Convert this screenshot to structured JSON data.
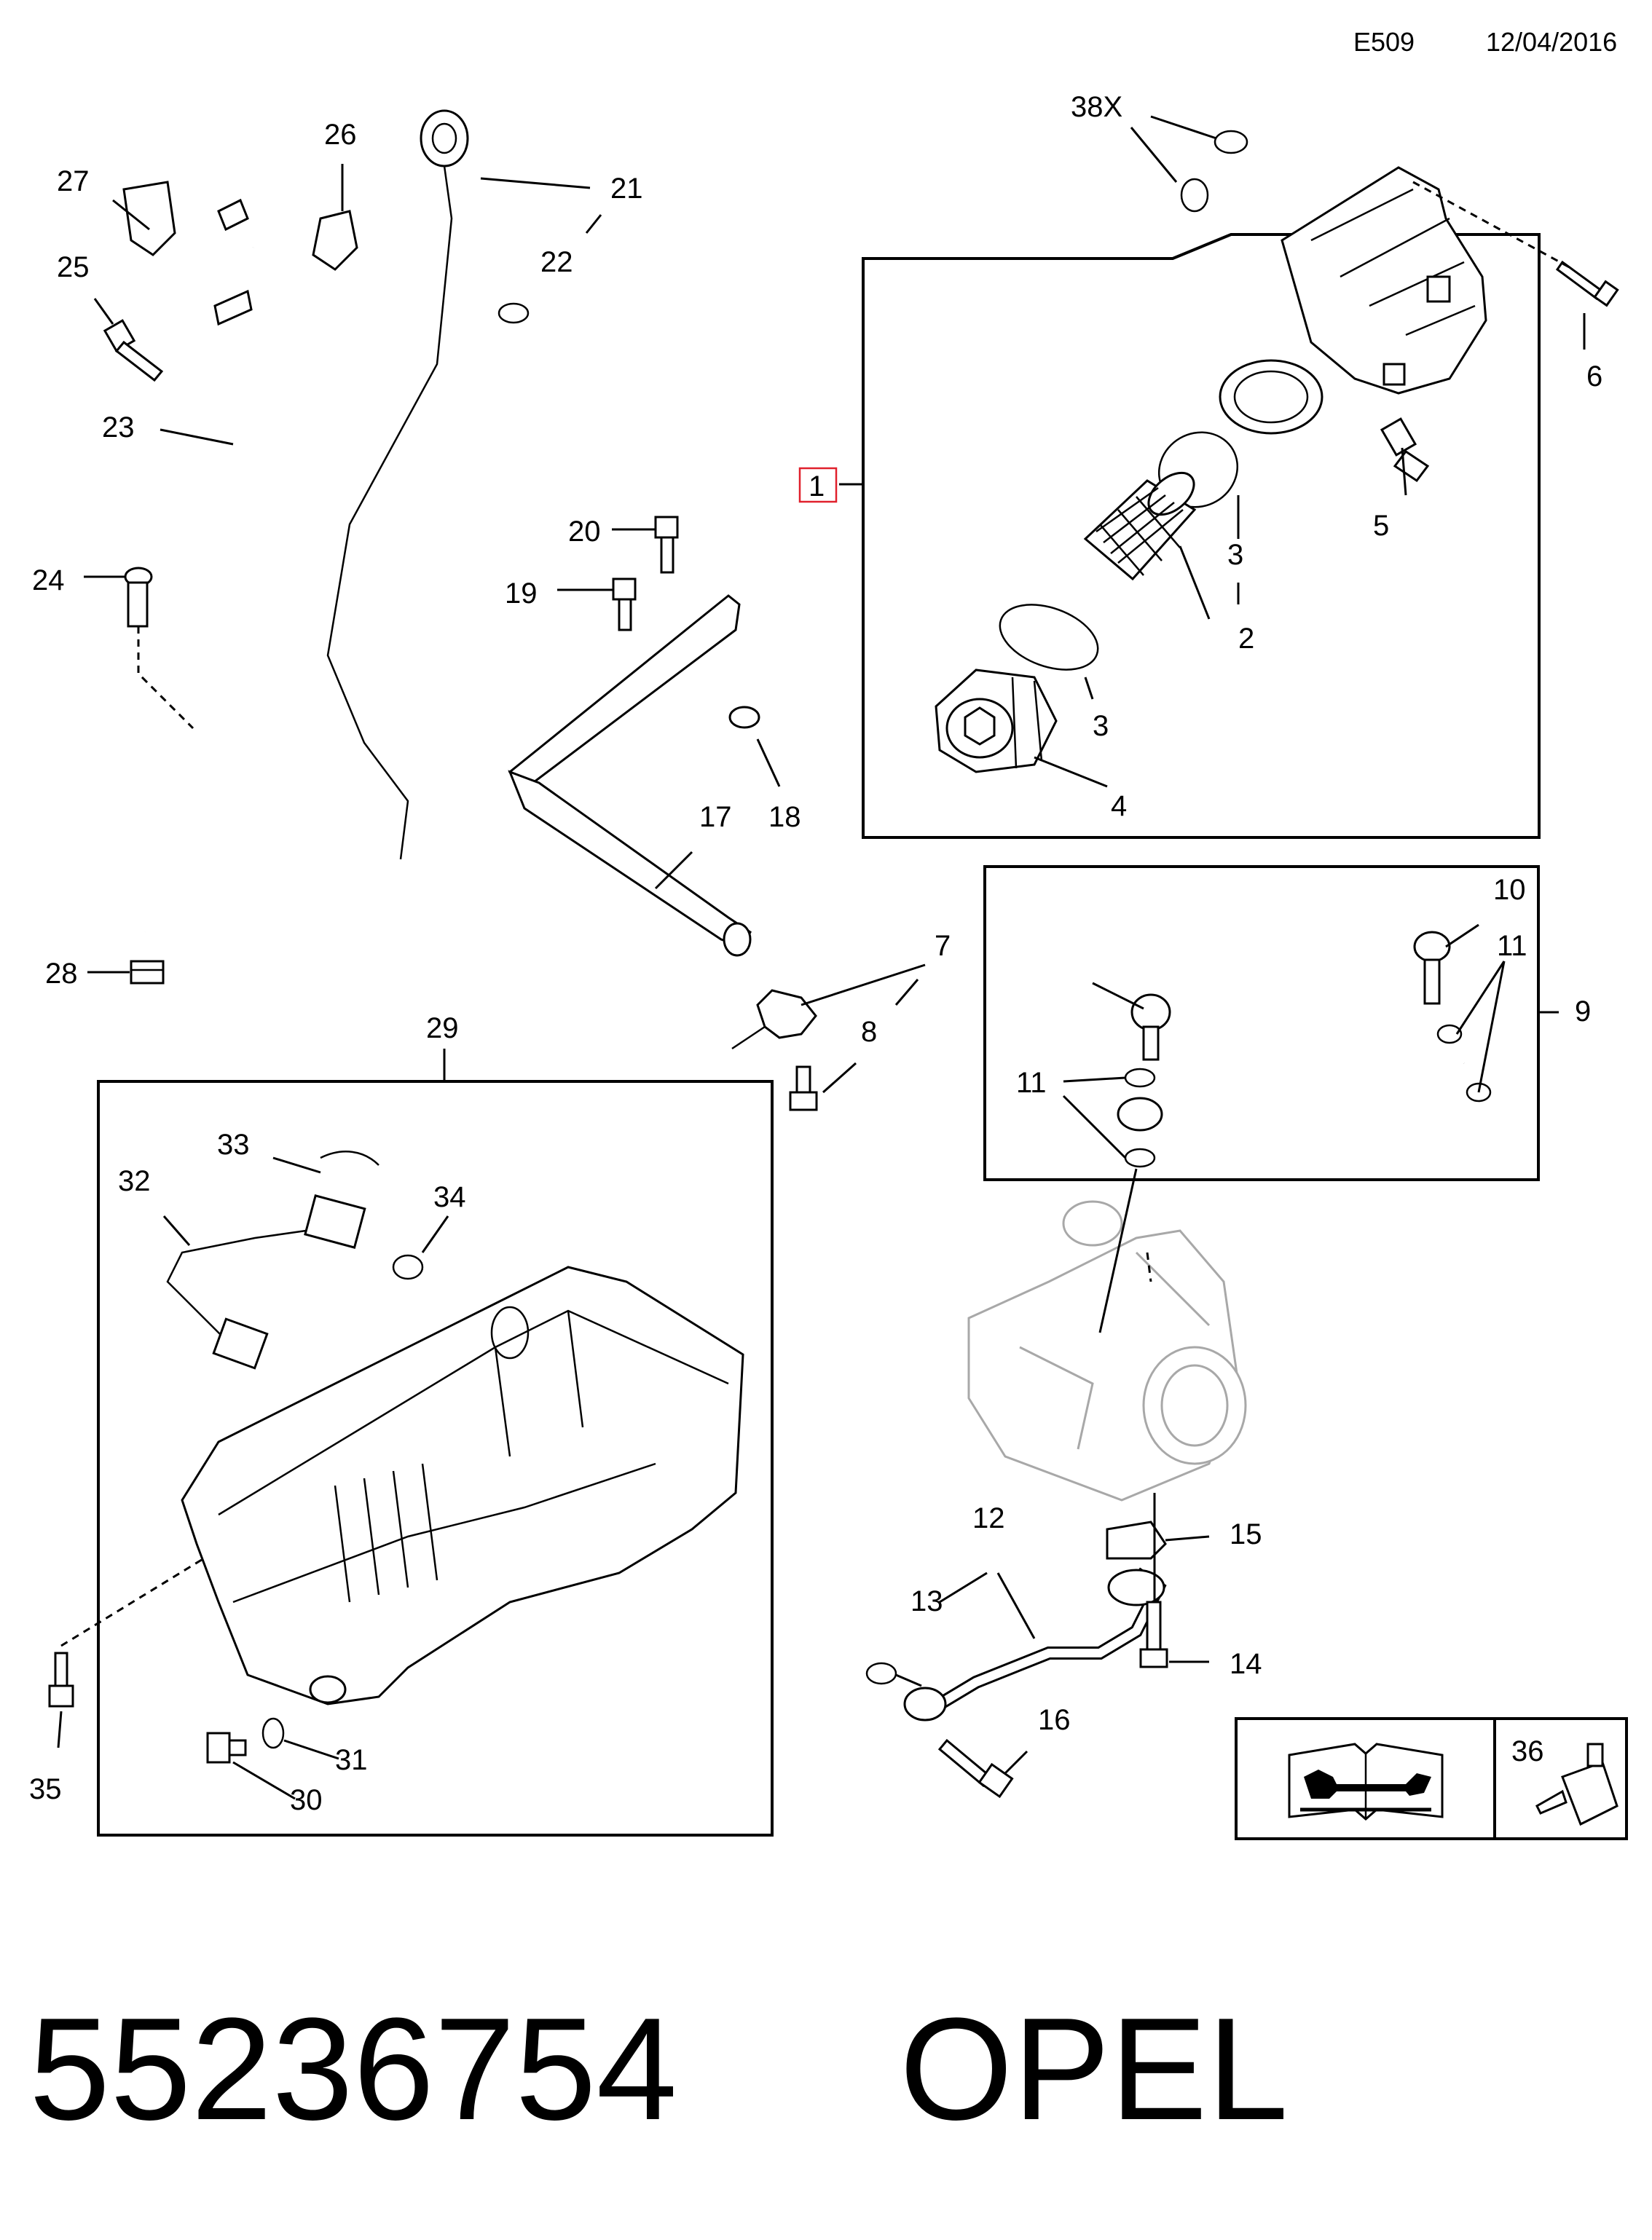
{
  "header": {
    "code": "E509",
    "date": "12/04/2016"
  },
  "part_number": "55236754",
  "brand": "OPEL",
  "callouts": {
    "c1": "1",
    "c2": "2",
    "c3a": "3",
    "c3b": "3",
    "c4": "4",
    "c5": "5",
    "c6": "6",
    "c7": "7",
    "c8": "8",
    "c9": "9",
    "c10": "10",
    "c11a": "11",
    "c11b": "11",
    "c12": "12",
    "c13": "13",
    "c14": "14",
    "c15": "15",
    "c16": "16",
    "c17": "17",
    "c18": "18",
    "c19": "19",
    "c20": "20",
    "c21": "21",
    "c22": "22",
    "c23": "23",
    "c24": "24",
    "c25": "25",
    "c26": "26",
    "c27": "27",
    "c28": "28",
    "c29": "29",
    "c30": "30",
    "c31": "31",
    "c32": "32",
    "c33": "33",
    "c34": "34",
    "c35": "35",
    "c36": "36",
    "c38": "38X"
  },
  "colors": {
    "highlight": "#e0202c",
    "ghost": "#a8a8a8"
  },
  "icons": {
    "manual": "book-wrench-icon",
    "sealant": "sealant-tube-icon"
  }
}
